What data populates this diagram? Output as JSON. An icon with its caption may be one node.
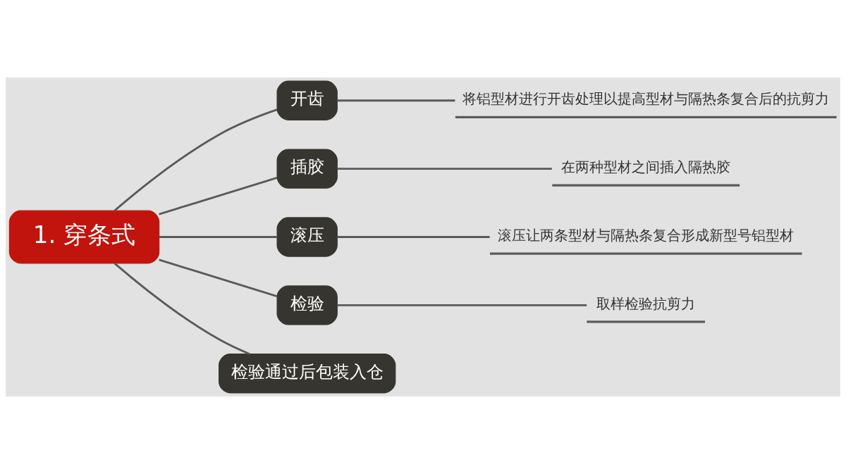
{
  "diagram": {
    "nodes": [
      {
        "text": [
          "1. 穿条式"
        ]
      },
      {
        "text": [
          "开齿"
        ]
      },
      {
        "text": [
          "将铝型材进行开齿处理以提高型材与隔热条复合后的抗剪力"
        ]
      },
      {
        "text": [
          "插胶"
        ]
      },
      {
        "text": [
          "在两种型材之间插入隔热胶"
        ]
      },
      {
        "text": [
          "滚压"
        ]
      },
      {
        "text": [
          "滚压让两条型材与隔热条复合形成新型号铝型材"
        ]
      },
      {
        "text": [
          "检验"
        ]
      },
      {
        "text": [
          "取样检验抗剪力"
        ]
      },
      {
        "text": [
          "检验通过后包装入仓"
        ]
      }
    ],
    "edges": [
      {
        "from": 0,
        "to": 1,
        "arrow": "none"
      },
      {
        "from": 1,
        "to": 2,
        "arrow": "none"
      },
      {
        "from": 0,
        "to": 3,
        "arrow": "none"
      },
      {
        "from": 3,
        "to": 4,
        "arrow": "none"
      },
      {
        "from": 0,
        "to": 5,
        "arrow": "none"
      },
      {
        "from": 5,
        "to": 6,
        "arrow": "none"
      },
      {
        "from": 0,
        "to": 7,
        "arrow": "none"
      },
      {
        "from": 7,
        "to": 8,
        "arrow": "none"
      },
      {
        "from": 0,
        "to": 9,
        "arrow": "none"
      }
    ]
  }
}
